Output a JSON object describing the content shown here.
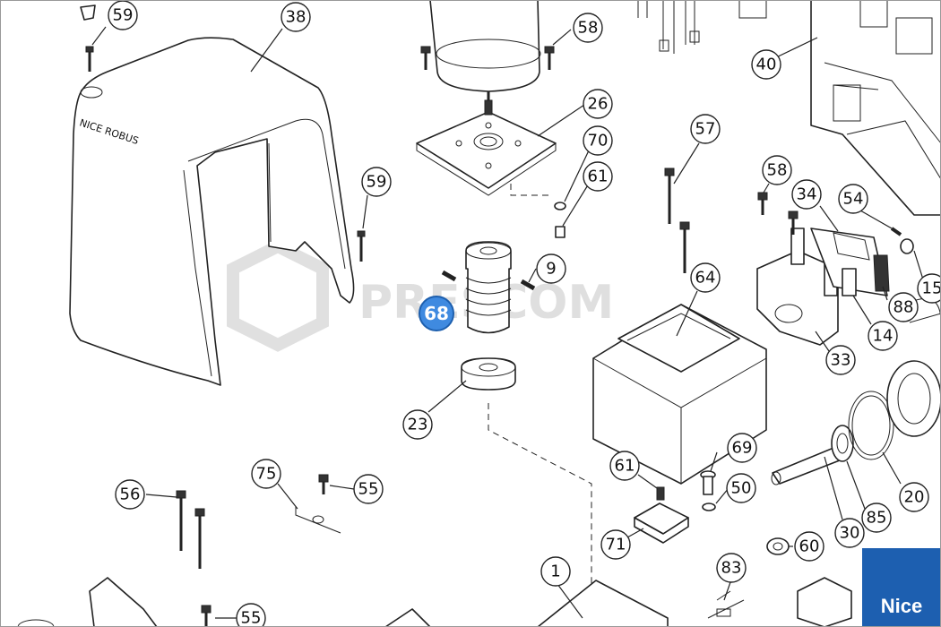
{
  "diagram": {
    "cover_text": "NICE ROBUS",
    "watermark": "PRESCOM",
    "highlighted_part": "68",
    "callouts": {
      "c59a": "59",
      "c38": "38",
      "c58a": "58",
      "c40": "40",
      "c26": "26",
      "c70": "70",
      "c61a": "61",
      "c57": "57",
      "c58b": "58",
      "c34": "34",
      "c54": "54",
      "c59b": "59",
      "c9": "9",
      "c64": "64",
      "c15": "15",
      "c88": "88",
      "c14": "14",
      "c33": "33",
      "c23": "23",
      "c69": "69",
      "c61b": "61",
      "c50": "50",
      "c20": "20",
      "c85": "85",
      "c30": "30",
      "c75": "75",
      "c55a": "55",
      "c56": "56",
      "c71": "71",
      "c60": "60",
      "c1": "1",
      "c83": "83",
      "c55b": "55"
    }
  },
  "logo": {
    "text": "Nice"
  }
}
